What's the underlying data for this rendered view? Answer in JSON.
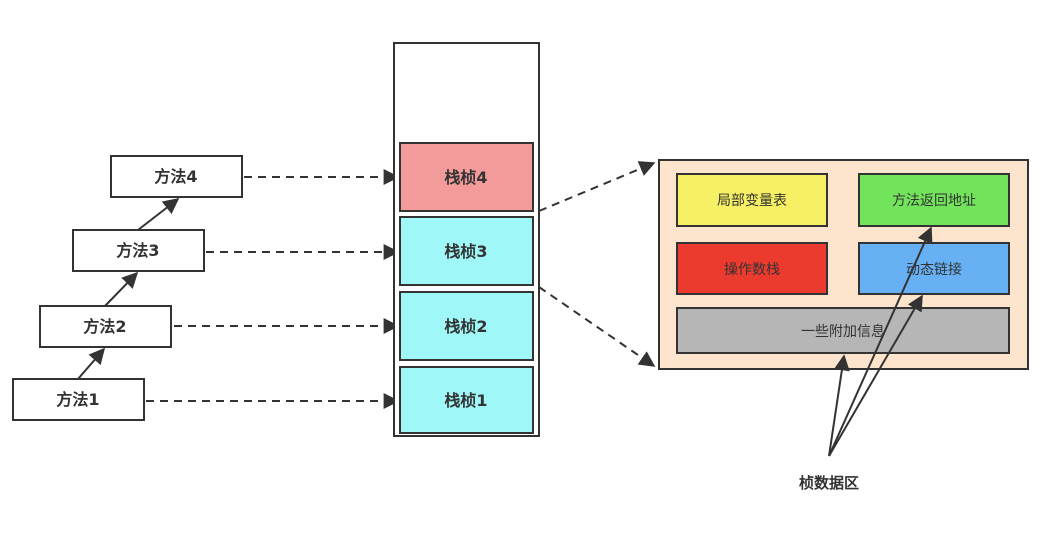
{
  "methods": [
    {
      "label": "方法1"
    },
    {
      "label": "方法2"
    },
    {
      "label": "方法3"
    },
    {
      "label": "方法4"
    }
  ],
  "frames": [
    {
      "label": "栈桢1",
      "color": "#9ff7f8"
    },
    {
      "label": "栈桢2",
      "color": "#9ff7f8"
    },
    {
      "label": "栈桢3",
      "color": "#9ff7f8"
    },
    {
      "label": "栈桢4",
      "color": "#f39a9a"
    }
  ],
  "frame_detail": {
    "background": "#fde5cd",
    "items": [
      {
        "label": "局部变量表",
        "color": "#f7f064"
      },
      {
        "label": "方法返回地址",
        "color": "#72e45c"
      },
      {
        "label": "操作数栈",
        "color": "#ec3a2e"
      },
      {
        "label": "动态链接",
        "color": "#66b0f3"
      },
      {
        "label": "一些附加信息",
        "color": "#b6b6b6"
      }
    ]
  },
  "annotation": {
    "label": "桢数据区"
  }
}
